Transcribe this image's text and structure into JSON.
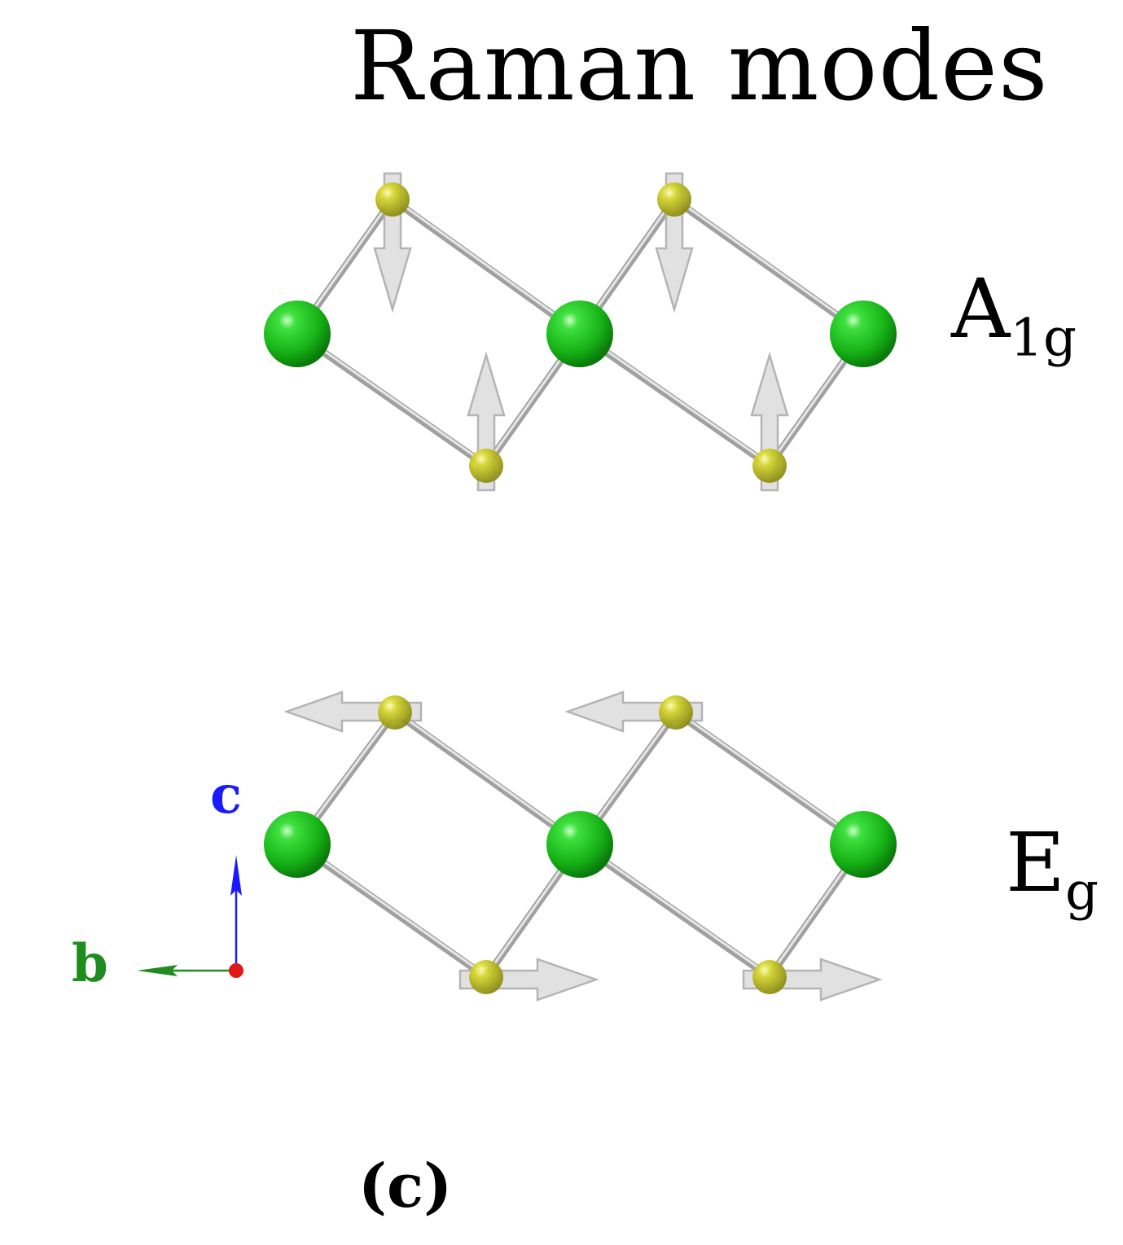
{
  "title": "Raman modes",
  "modes": [
    {
      "name": "A",
      "subscript": "1g"
    },
    {
      "name": "E",
      "subscript": "g"
    }
  ],
  "axes": {
    "c": "c",
    "b": "b"
  },
  "panel_label": "(c)",
  "colors": {
    "metal_atom": "#22c422",
    "chalcogen_atom": "#c8c81e",
    "bond": "#b8b8b8",
    "displacement_arrow": "#d6d6d6",
    "axis_c": "#1a1aff",
    "axis_b": "#1e8c1e",
    "axis_origin": "#e01818"
  }
}
